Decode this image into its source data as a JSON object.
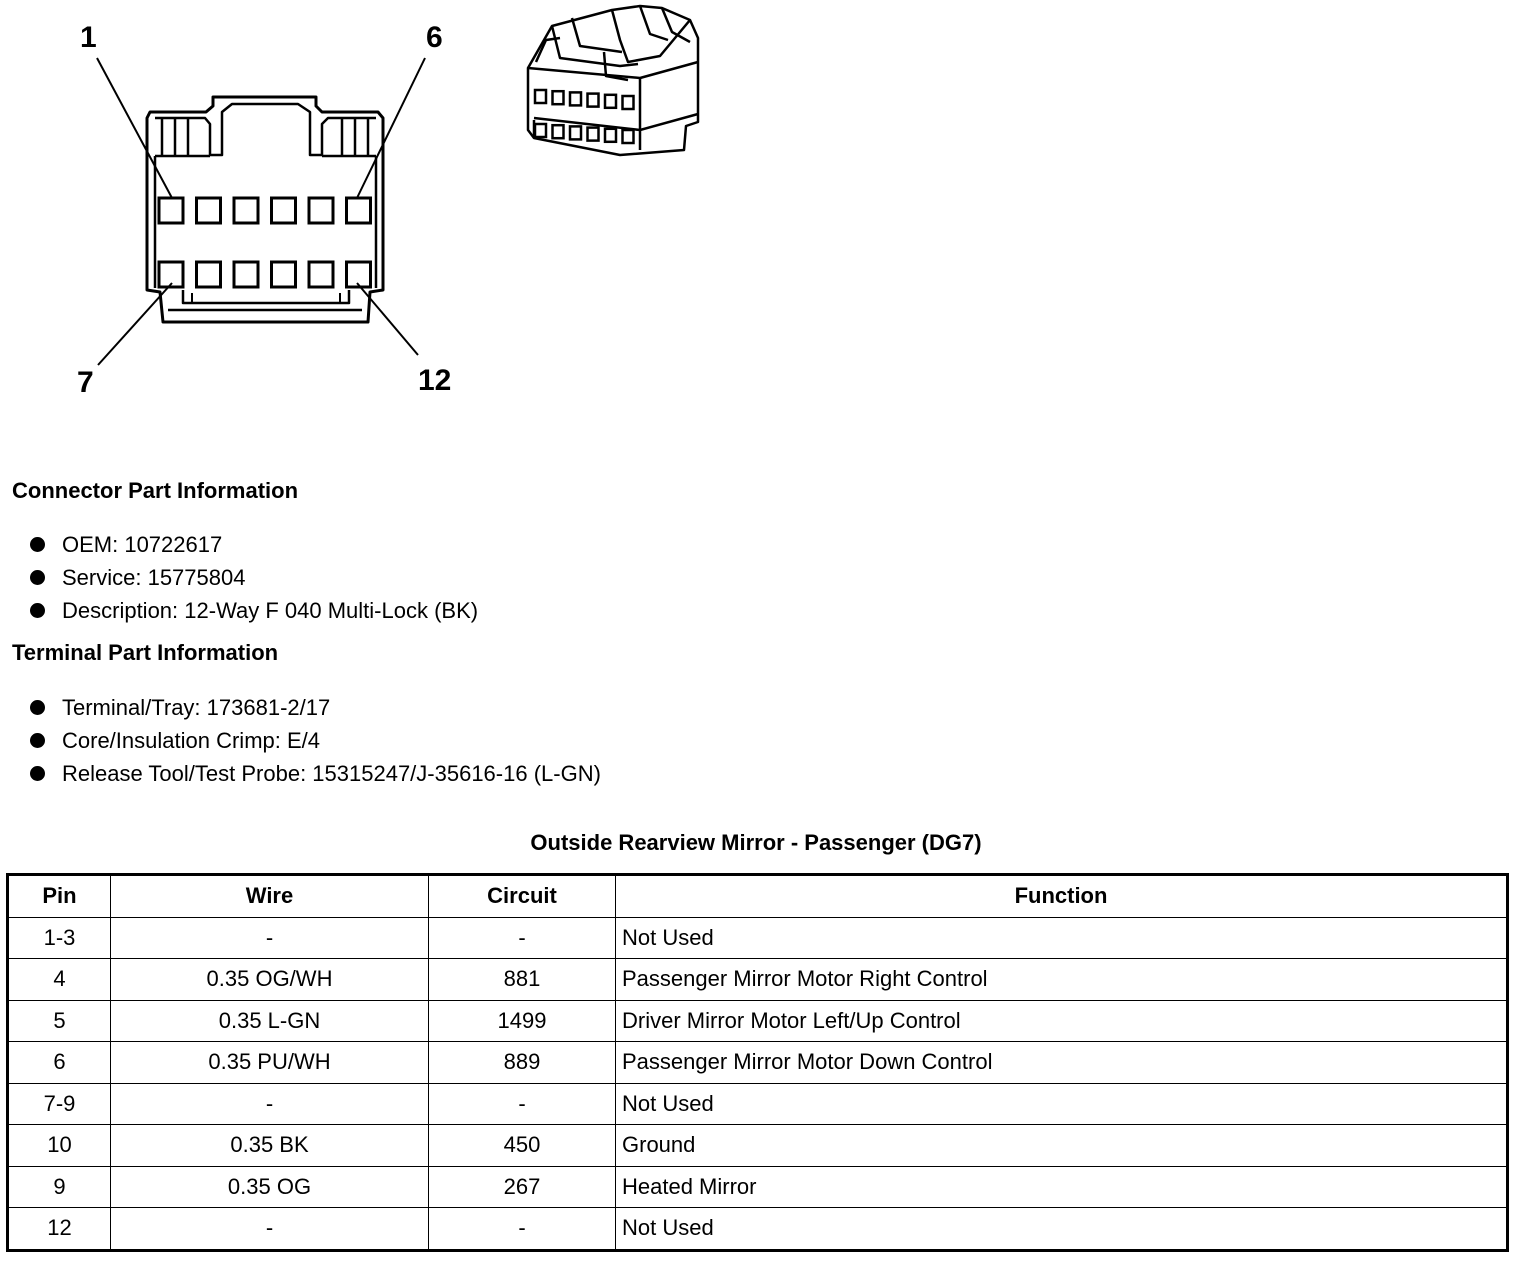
{
  "diagram": {
    "pin_labels": {
      "top_left": "1",
      "top_right": "6",
      "bottom_left": "7",
      "bottom_right": "12"
    }
  },
  "connector_info": {
    "heading": "Connector Part Information",
    "items": [
      "OEM: 10722617",
      "Service: 15775804",
      "Description: 12-Way F 040 Multi-Lock (BK)"
    ]
  },
  "terminal_info": {
    "heading": "Terminal Part Information",
    "items": [
      "Terminal/Tray: 173681-2/17",
      "Core/Insulation Crimp: E/4",
      "Release Tool/Test Probe: 15315247/J-35616-16 (L-GN)"
    ]
  },
  "pin_table": {
    "title": "Outside Rearview Mirror - Passenger (DG7)",
    "headers": [
      "Pin",
      "Wire",
      "Circuit",
      "Function"
    ],
    "rows": [
      [
        "1-3",
        "-",
        "-",
        "Not Used"
      ],
      [
        "4",
        "0.35 OG/WH",
        "881",
        "Passenger Mirror Motor Right Control"
      ],
      [
        "5",
        "0.35 L-GN",
        "1499",
        "Driver Mirror Motor Left/Up Control"
      ],
      [
        "6",
        "0.35 PU/WH",
        "889",
        "Passenger Mirror Motor Down Control"
      ],
      [
        "7-9",
        "-",
        "-",
        "Not Used"
      ],
      [
        "10",
        "0.35 BK",
        "450",
        "Ground"
      ],
      [
        "9",
        "0.35 OG",
        "267",
        "Heated Mirror"
      ],
      [
        "12",
        "-",
        "-",
        "Not Used"
      ]
    ]
  }
}
